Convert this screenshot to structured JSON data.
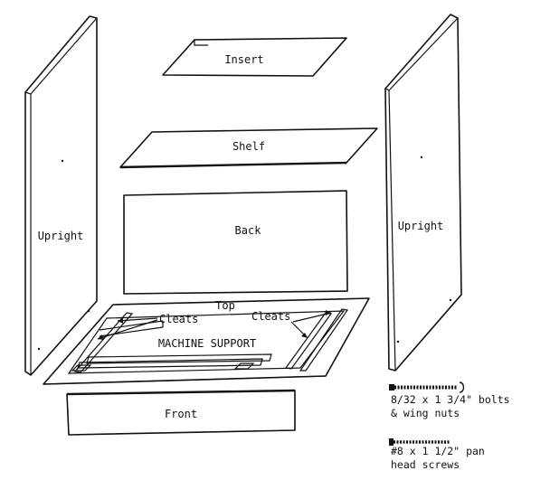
{
  "labels": {
    "insert": "Insert",
    "shelf": "Shelf",
    "back": "Back",
    "upright_left": "Upright",
    "upright_right": "Upright",
    "top": "Top",
    "cleats_left": "Cleats",
    "cleats_right": "Cleats",
    "machine_support": "MACHINE SUPPORT",
    "front": "Front"
  },
  "hardware": {
    "bolts_line1": "8/32 x 1 3/4\" bolts",
    "bolts_line2": "& wing nuts",
    "screws_line1": "#8 x 1 1/2\" pan",
    "screws_line2": "head screws"
  }
}
